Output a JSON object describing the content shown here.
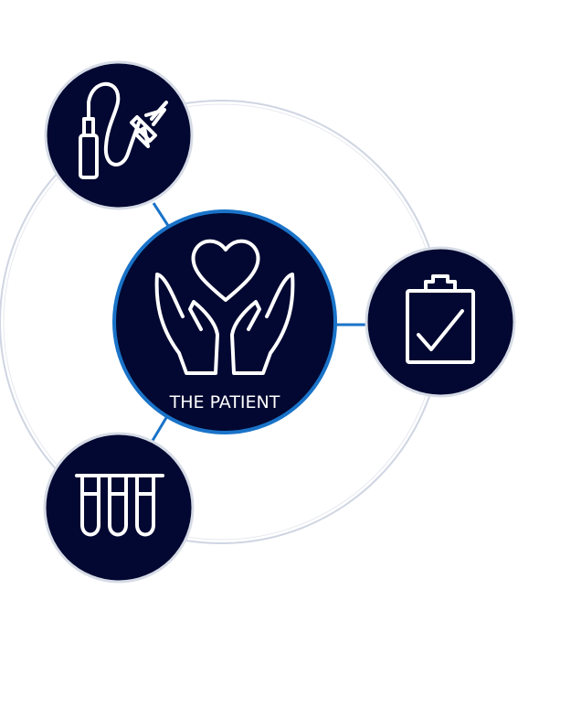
{
  "center": {
    "label": "THE PATIENT",
    "icon": "heart-in-hands-icon"
  },
  "satellites": [
    {
      "id": "collection",
      "icon": "blood-collection-icon"
    },
    {
      "id": "results",
      "icon": "clipboard-check-icon"
    },
    {
      "id": "lab",
      "icon": "test-tubes-icon"
    }
  ],
  "colors": {
    "node_fill": "#020831",
    "accent_blue": "#1a73c8",
    "ring_outline": "#d6dbe6",
    "icon_stroke": "#ffffff"
  }
}
